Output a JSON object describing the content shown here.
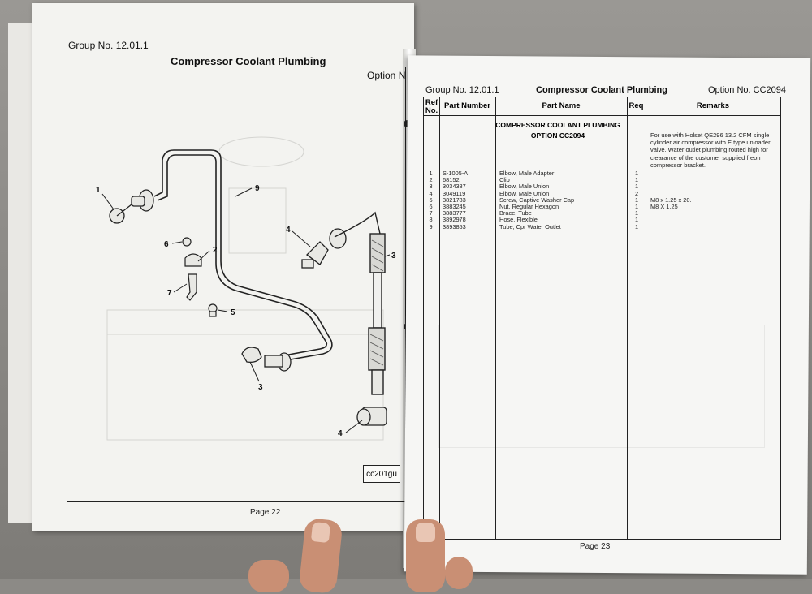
{
  "left_page": {
    "group_label": "Group No. 12.01.1",
    "title": "Compressor Coolant Plumbing",
    "option_label": "Option No. CC",
    "callouts": [
      "1",
      "9",
      "6",
      "2",
      "7",
      "5",
      "4",
      "3",
      "3",
      "4"
    ],
    "diagram_tag": "cc201gu",
    "page_number": "Page 22"
  },
  "right_page": {
    "group_label": "Group No. 12.01.1",
    "title": "Compressor Coolant Plumbing",
    "option_label": "Option No. CC2094",
    "columns": {
      "ref_line1": "Ref",
      "ref_line2": "No.",
      "part_number": "Part Number",
      "part_name": "Part Name",
      "req": "Req",
      "remarks": "Remarks"
    },
    "section_title": "COMPRESSOR COOLANT PLUMBING",
    "section_option": "OPTION  CC2094",
    "section_remarks": "For use with Holset QE296 13.2 CFM single cylinder air compressor with E type unloader valve. Water outlet plumbing routed high for clearance of the customer supplied freon compressor bracket.",
    "parts": [
      {
        "ref": "1",
        "part_number": "S-1005-A",
        "part_name": "Elbow, Male Adapter",
        "req": "1",
        "remarks": ""
      },
      {
        "ref": "2",
        "part_number": "68152",
        "part_name": "Clip",
        "req": "1",
        "remarks": ""
      },
      {
        "ref": "3",
        "part_number": "3034387",
        "part_name": "Elbow, Male Union",
        "req": "1",
        "remarks": ""
      },
      {
        "ref": "4",
        "part_number": "3049119",
        "part_name": "Elbow, Male Union",
        "req": "2",
        "remarks": ""
      },
      {
        "ref": "5",
        "part_number": "3821783",
        "part_name": "Screw, Captive Washer Cap",
        "req": "1",
        "remarks": "M8 x 1.25 x 20."
      },
      {
        "ref": "6",
        "part_number": "3883245",
        "part_name": "Nut, Regular Hexagon",
        "req": "1",
        "remarks": "M8 X 1.25"
      },
      {
        "ref": "7",
        "part_number": "3883777",
        "part_name": "Brace, Tube",
        "req": "1",
        "remarks": ""
      },
      {
        "ref": "8",
        "part_number": "3892978",
        "part_name": "Hose, Flexible",
        "req": "1",
        "remarks": ""
      },
      {
        "ref": "9",
        "part_number": "3893853",
        "part_name": "Tube, Cpr Water Outlet",
        "req": "1",
        "remarks": ""
      }
    ],
    "page_number": "Page 23"
  }
}
